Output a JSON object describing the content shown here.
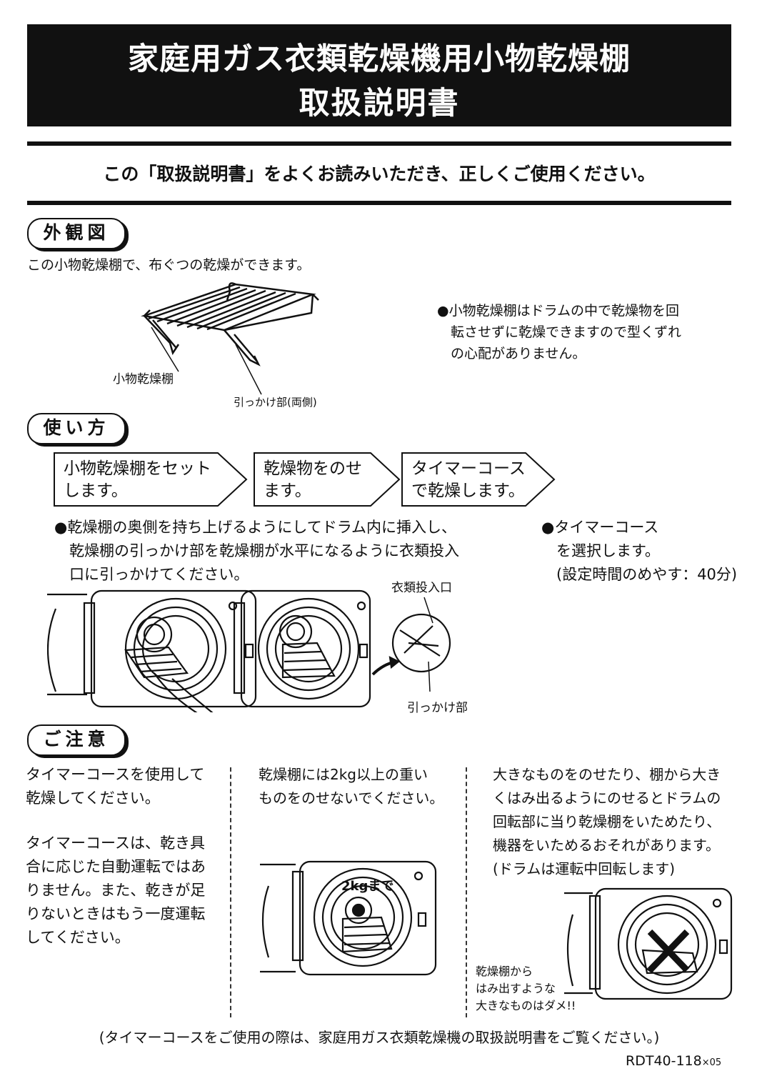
{
  "title": {
    "line1": "家庭用ガス衣類乾燥機用小物乾燥棚",
    "line2": "取扱説明書"
  },
  "intro": "この「取扱説明書」をよくお読みいただき、正しくご使用ください。",
  "appearance": {
    "heading": "外観図",
    "description": "この小物乾燥棚で、布ぐつの乾燥ができます。",
    "label_rack": "小物乾燥棚",
    "label_hook": "引っかけ部(両側)",
    "note": "●小物乾燥棚はドラムの中で乾燥物を回\n　転させずに乾燥できますので型くずれ\n　の心配がありません。"
  },
  "usage": {
    "heading": "使い方",
    "steps": [
      "小物乾燥棚をセット\nします。",
      "乾燥物をのせ\nます。",
      "タイマーコース\nで乾燥します。"
    ],
    "note_left": "●乾燥棚の奥側を持ち上げるようにしてドラム内に挿入し、\n　乾燥棚の引っかけ部を乾燥棚が水平になるように衣類投入\n　口に引っかけてください。",
    "note_right": "●タイマーコース\n　を選択します。\n　(設定時間のめやす：40分)",
    "label_inlet": "衣類投入口",
    "label_hook": "引っかけ部"
  },
  "caution": {
    "heading": "ご注意",
    "col1_p1": "タイマーコースを使用して\n乾燥してください。",
    "col1_p2": "タイマーコースは、乾き具\n合に応じた自動運転ではあ\nりません。また、乾きが足\nりないときはもう一度運転\nしてください。",
    "col2": "乾燥棚には2kg以上の重い\nものをのせないでください。",
    "col2_label": "2kgまで",
    "col3": "大きなものをのせたり、棚から大き\nくはみ出るようにのせるとドラムの\n回転部に当り乾燥棚をいためたり、\n機器をいためるおそれがあります。\n(ドラムは運転中回転します)",
    "col3_label": "乾燥棚から\nはみ出すような\n大きなものはダメ!!"
  },
  "footer": "(タイマーコースをご使用の際は、家庭用ガス衣類乾燥機の取扱説明書をご覧ください。)",
  "doc_code": "RDT40-118",
  "doc_code_suffix": "×05"
}
